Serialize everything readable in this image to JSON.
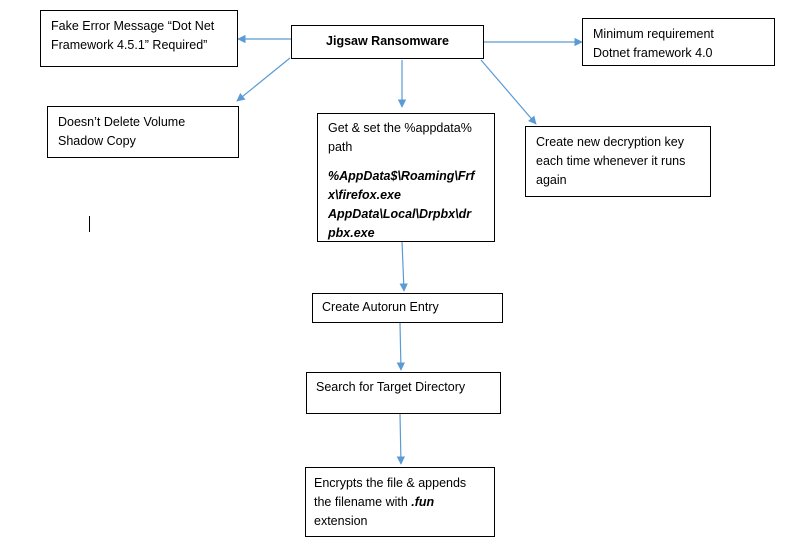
{
  "nodes": {
    "jigsaw": {
      "label": "Jigsaw Ransomware"
    },
    "fake_error": {
      "line1": "Fake Error Message “Dot Net",
      "line2": "Framework 4.5.1” Required”"
    },
    "min_req": {
      "line1": "Minimum requirement",
      "line2": "Dotnet framework 4.0"
    },
    "shadow": {
      "line1": "Doesn’t Delete Volume",
      "line2": "Shadow Copy"
    },
    "appdata": {
      "line1": "Get & set the %appdata%",
      "line2": "path",
      "path1": "%AppData$\\Roaming\\Frf",
      "path2": "x\\firefox.exe",
      "path3": "AppData\\Local\\Drpbx\\dr",
      "path4": "pbx.exe"
    },
    "decrypt_key": {
      "line1": "Create new decryption key",
      "line2": "each time whenever it runs",
      "line3": "again"
    },
    "autorun": {
      "label": "Create Autorun Entry"
    },
    "search": {
      "label": "Search for Target Directory"
    },
    "encrypt": {
      "line1": "Encrypts the file & appends",
      "line2_prefix": "the filename with ",
      "line2_ext": ".fun",
      "line3": "extension"
    }
  },
  "colors": {
    "arrow": "#5b9bd5",
    "border": "#000000"
  }
}
